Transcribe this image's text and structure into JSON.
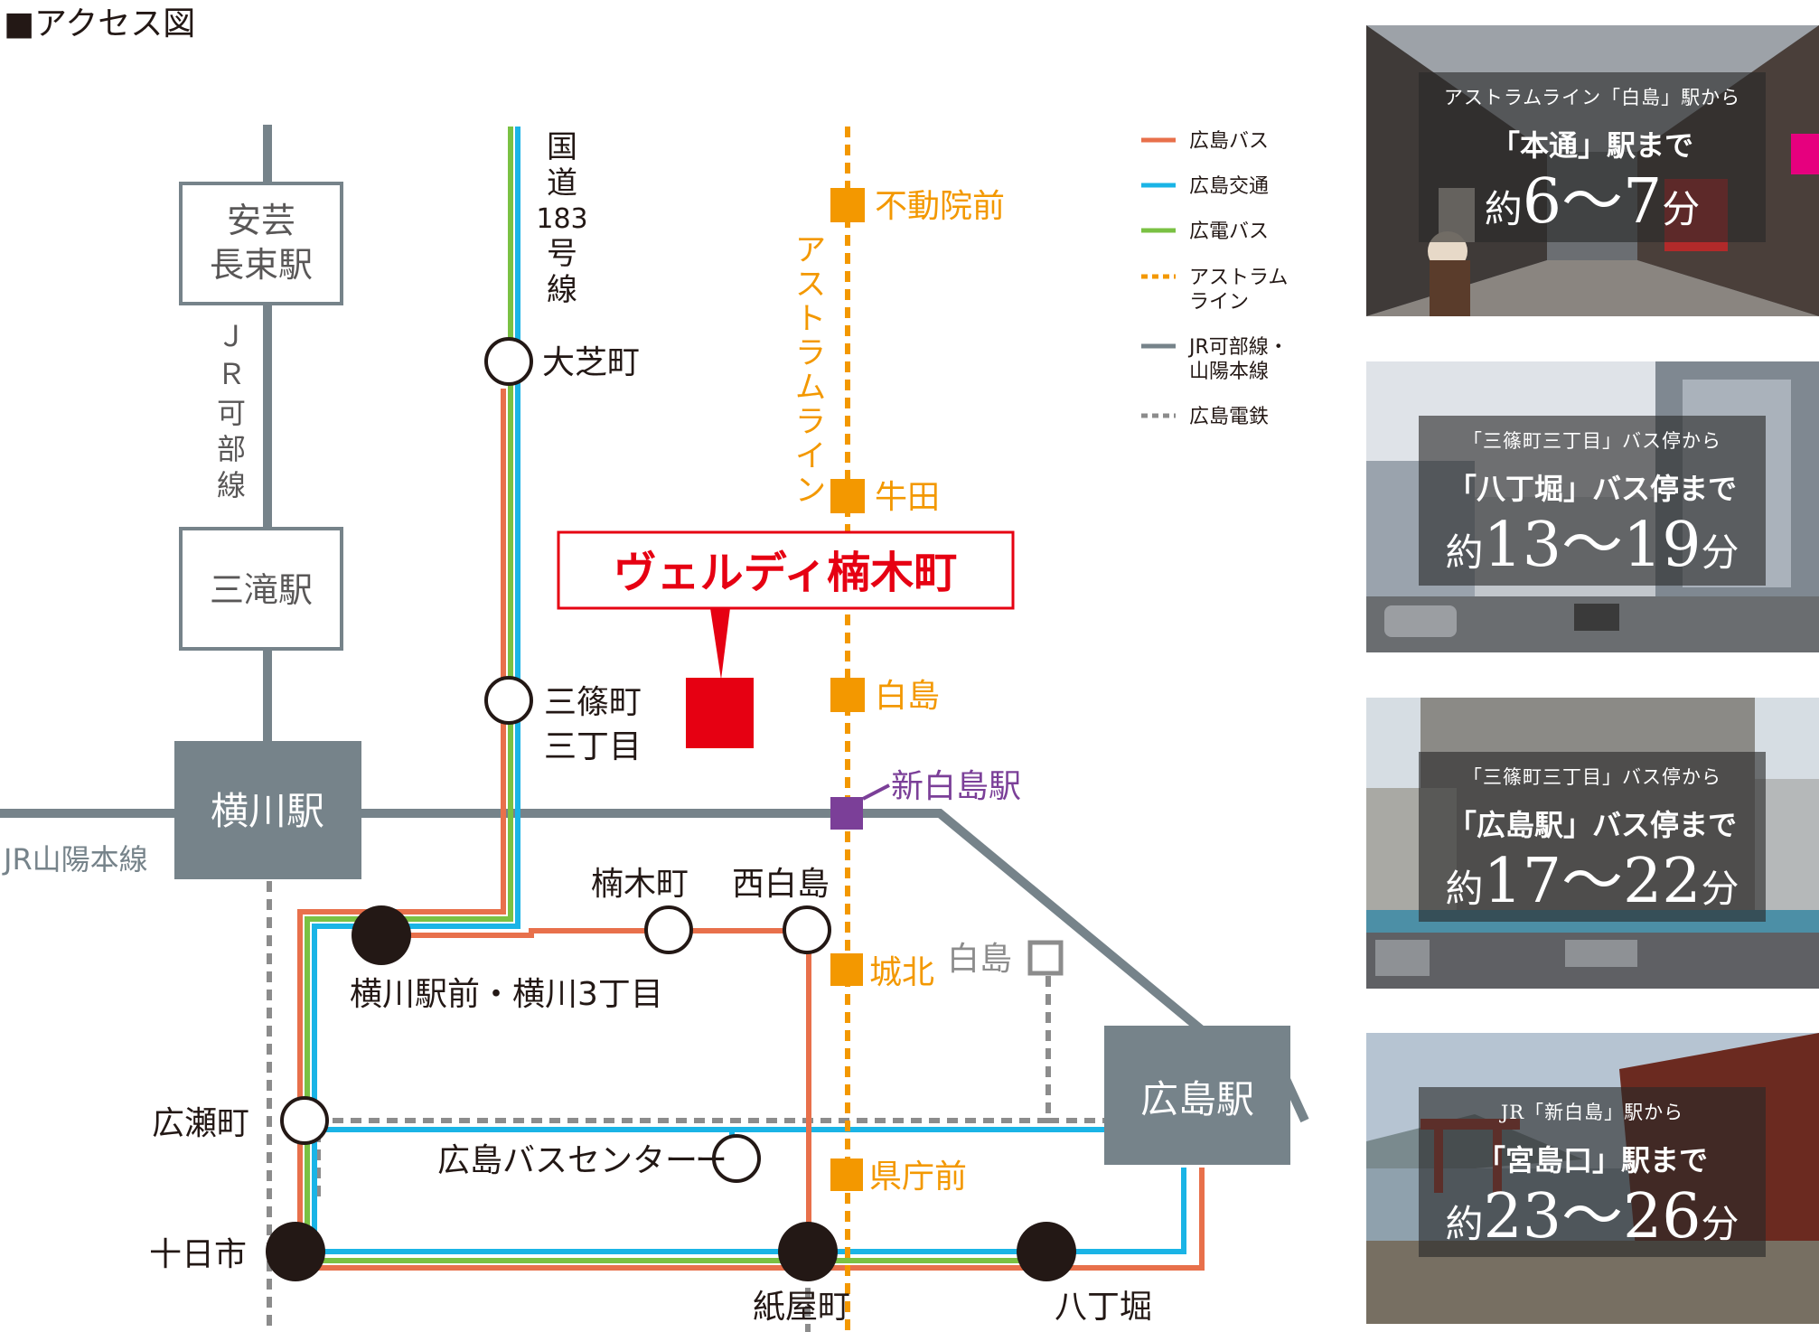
{
  "title": "■アクセス図",
  "legend": [
    {
      "label": "広島バス",
      "color": "#e8704b",
      "dash": false
    },
    {
      "label": "広島交通",
      "color": "#1ab4e6",
      "dash": false
    },
    {
      "label": "広電バス",
      "color": "#7ac143",
      "dash": false
    },
    {
      "label": "アストラム\nライン",
      "color": "#f39800",
      "dash": true
    },
    {
      "label": "JR可部線・\n山陽本線",
      "color": "#76838a",
      "dash": false
    },
    {
      "label": "広島電鉄",
      "color": "#8c8c8c",
      "dash": true
    }
  ],
  "map": {
    "aki_nagatsuka": "安芸\n長束駅",
    "jr_kabe_line": "Ｊ\nＲ\n可\n部\n線",
    "mitaki": "三滝駅",
    "yokogawa": "横川駅",
    "jr_sanyo_line": "JR山陽本線",
    "route183": "国\n道\n183\n号\n線",
    "ohshiba": "大芝町",
    "misasa": "三篠町\n三丁目",
    "astram_line": "アストラムライン",
    "fudoin": "不動院前",
    "ushita": "牛田",
    "hakushima_astram": "白島",
    "shin_hakushima": "新白島駅",
    "johoku": "城北",
    "kenchomae": "県庁前",
    "property": "ヴェルディ楠木町",
    "kusunoki": "楠木町",
    "nishi_hakushima": "西白島",
    "yokogawa_ekimae": "横川駅前・横川3丁目",
    "hakushima_tram": "白島",
    "hiroshima_station": "広島駅",
    "hirose": "広瀬町",
    "bus_center": "広島バスセンター",
    "tokaichi": "十日市",
    "kamiyacho": "紙屋町",
    "hatchobori": "八丁堀"
  },
  "colors": {
    "bus_hiroshima": "#e8704b",
    "bus_kotsu": "#1ab4e6",
    "bus_hiroden": "#7ac143",
    "astram": "#f39800",
    "jr": "#76838a",
    "tram": "#8c8c8c",
    "property": "#e60012",
    "shin_hakushima": "#7b3f98"
  },
  "photos": [
    {
      "line1": "アストラムライン「白島」駅から",
      "line2": "「本通」駅まで",
      "prefix": "約",
      "number": "6～7",
      "suffix": "分",
      "scene": "arcade"
    },
    {
      "line1": "「三篠町三丁目」バス停から",
      "line2": "「八丁堀」バス停まで",
      "prefix": "約",
      "number": "13～19",
      "suffix": "分",
      "scene": "city-street"
    },
    {
      "line1": "「三篠町三丁目」バス停から",
      "line2": "「広島駅」バス停まで",
      "prefix": "約",
      "number": "17～22",
      "suffix": "分",
      "scene": "station-building"
    },
    {
      "line1": "JR「新白島」駅から",
      "line2": "「宮島口」駅まで",
      "prefix": "約",
      "number": "23～26",
      "suffix": "分",
      "scene": "torii-gate"
    }
  ]
}
